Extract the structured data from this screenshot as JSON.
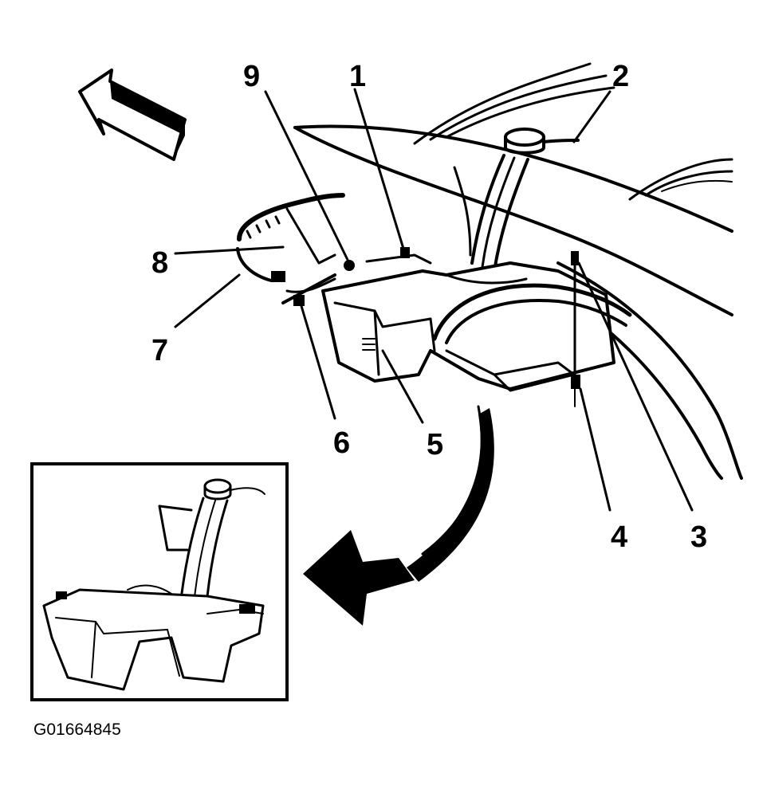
{
  "figure_id": "G01664845",
  "callouts": [
    "1",
    "2",
    "3",
    "4",
    "5",
    "6",
    "7",
    "8",
    "9"
  ],
  "ink_color": "#000000",
  "paper_color": "#ffffff"
}
